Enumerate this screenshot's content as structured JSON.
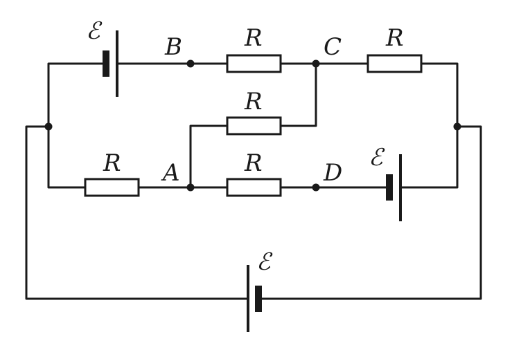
{
  "labels": {
    "resistor": "R",
    "emf": "ℰ",
    "node_a": "A",
    "node_b": "B",
    "node_c": "C",
    "node_d": "D"
  },
  "colors": {
    "ink": "#1a1a1a",
    "background": "#ffffff"
  }
}
